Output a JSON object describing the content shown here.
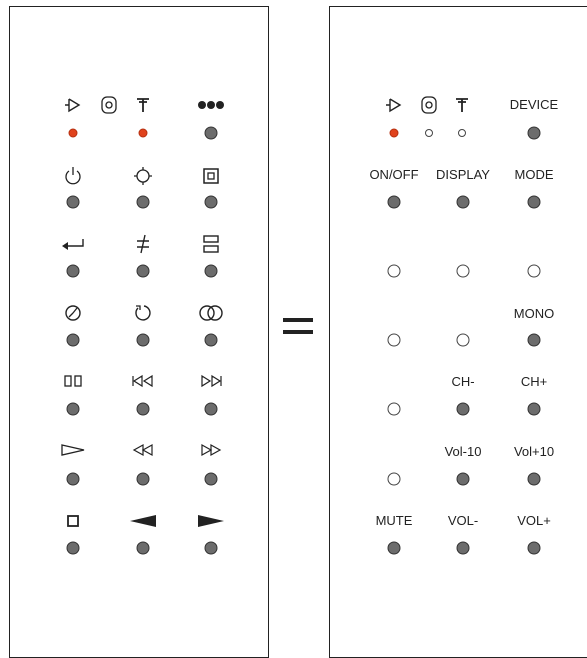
{
  "left_panel": {
    "led_row": [
      "red",
      "red",
      "red"
    ],
    "rows": [
      [
        "power-icon",
        "brightness-icon",
        "mode-box-icon"
      ],
      [
        "enter-arrow-icon",
        "not-parallel-icon",
        "split-box-icon"
      ],
      [
        "clock-icon",
        "refresh-circle-icon",
        "double-circle-icon"
      ],
      [
        "pause-icon",
        "skip-back-icon",
        "skip-forward-icon"
      ],
      [
        "play-icon",
        "rewind-icon",
        "fast-forward-icon"
      ],
      [
        "stop-icon",
        "volume-down-arrow-icon",
        "volume-up-arrow-icon"
      ]
    ],
    "top_icons": [
      "speaker-icon",
      "disc-icon",
      "antenna-icon",
      "dots-icon"
    ]
  },
  "right_panel": {
    "device_label": "DEVICE",
    "top_icons": [
      "speaker-icon",
      "disc-icon",
      "antenna-icon"
    ],
    "led_row": [
      "red",
      "ring",
      "ring"
    ],
    "rows": [
      {
        "labels": [
          "ON/OFF",
          "DISPLAY",
          "MODE"
        ],
        "buttons": [
          "grey",
          "grey",
          "grey"
        ]
      },
      {
        "labels": [
          "",
          "",
          ""
        ],
        "buttons": [
          "ring",
          "ring",
          "ring"
        ]
      },
      {
        "labels": [
          "",
          "",
          "MONO"
        ],
        "buttons": [
          "ring",
          "ring",
          "grey"
        ]
      },
      {
        "labels": [
          "",
          "CH-",
          "CH+"
        ],
        "buttons": [
          "ring",
          "grey",
          "grey"
        ]
      },
      {
        "labels": [
          "",
          "Vol-10",
          "Vol+10"
        ],
        "buttons": [
          "ring",
          "grey",
          "grey"
        ]
      },
      {
        "labels": [
          "MUTE",
          "VOL-",
          "VOL+"
        ],
        "buttons": [
          "grey",
          "grey",
          "grey"
        ]
      }
    ]
  },
  "colors": {
    "button": "#6c6c6c",
    "led": "#e0431d",
    "outline": "#222222"
  }
}
